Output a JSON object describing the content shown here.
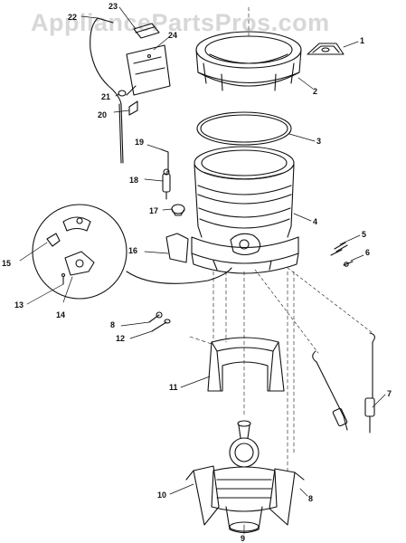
{
  "watermark": "AppliancePartsPros.com",
  "callouts": [
    {
      "id": "c1",
      "label": "1"
    },
    {
      "id": "c2",
      "label": "2"
    },
    {
      "id": "c3",
      "label": "3"
    },
    {
      "id": "c4",
      "label": "4"
    },
    {
      "id": "c5",
      "label": "5"
    },
    {
      "id": "c6",
      "label": "6"
    },
    {
      "id": "c7",
      "label": "7"
    },
    {
      "id": "c8a",
      "label": "8"
    },
    {
      "id": "c8b",
      "label": "8"
    },
    {
      "id": "c9",
      "label": "9"
    },
    {
      "id": "c10",
      "label": "10"
    },
    {
      "id": "c11",
      "label": "11"
    },
    {
      "id": "c12",
      "label": "12"
    },
    {
      "id": "c13",
      "label": "13"
    },
    {
      "id": "c14",
      "label": "14"
    },
    {
      "id": "c15",
      "label": "15"
    },
    {
      "id": "c16",
      "label": "16"
    },
    {
      "id": "c17",
      "label": "17"
    },
    {
      "id": "c18",
      "label": "18"
    },
    {
      "id": "c19",
      "label": "19"
    },
    {
      "id": "c20",
      "label": "20"
    },
    {
      "id": "c21",
      "label": "21"
    },
    {
      "id": "c22",
      "label": "22"
    },
    {
      "id": "c23",
      "label": "23"
    },
    {
      "id": "c24",
      "label": "24"
    }
  ]
}
